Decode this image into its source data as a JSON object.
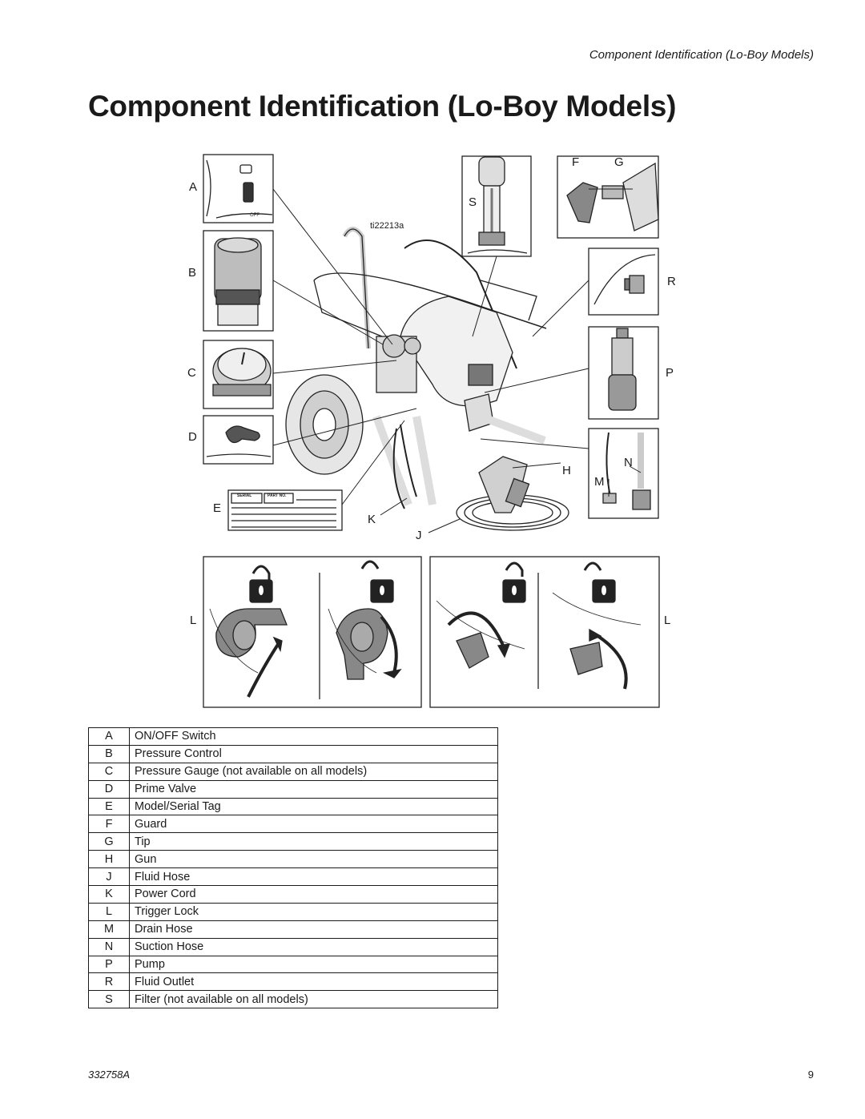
{
  "running_header": "Component Identification (Lo-Boy Models)",
  "title": "Component Identification (Lo-Boy Models)",
  "figure": {
    "code": "ti22213a",
    "serial_label": "SERIAL",
    "part_label": "PART NO.",
    "callouts": {
      "A": "A",
      "B": "B",
      "C": "C",
      "D": "D",
      "E": "E",
      "F": "F",
      "G": "G",
      "S": "S",
      "R": "R",
      "P": "P",
      "N": "N",
      "M": "M",
      "H": "H",
      "K": "K",
      "J": "J",
      "L_left": "L",
      "L_right": "L"
    }
  },
  "legend": [
    {
      "key": "A",
      "label": "ON/OFF Switch"
    },
    {
      "key": "B",
      "label": "Pressure Control"
    },
    {
      "key": "C",
      "label": "Pressure Gauge (not available on all models)"
    },
    {
      "key": "D",
      "label": "Prime Valve"
    },
    {
      "key": "E",
      "label": "Model/Serial Tag"
    },
    {
      "key": "F",
      "label": "Guard"
    },
    {
      "key": "G",
      "label": "Tip"
    },
    {
      "key": "H",
      "label": "Gun"
    },
    {
      "key": "J",
      "label": "Fluid Hose"
    },
    {
      "key": "K",
      "label": "Power Cord"
    },
    {
      "key": "L",
      "label": "Trigger Lock"
    },
    {
      "key": "M",
      "label": "Drain Hose"
    },
    {
      "key": "N",
      "label": "Suction Hose"
    },
    {
      "key": "P",
      "label": "Pump"
    },
    {
      "key": "R",
      "label": "Fluid Outlet"
    },
    {
      "key": "S",
      "label": "Filter (not available on all models)"
    }
  ],
  "footer": {
    "doc_number": "332758A",
    "page_number": "9"
  }
}
